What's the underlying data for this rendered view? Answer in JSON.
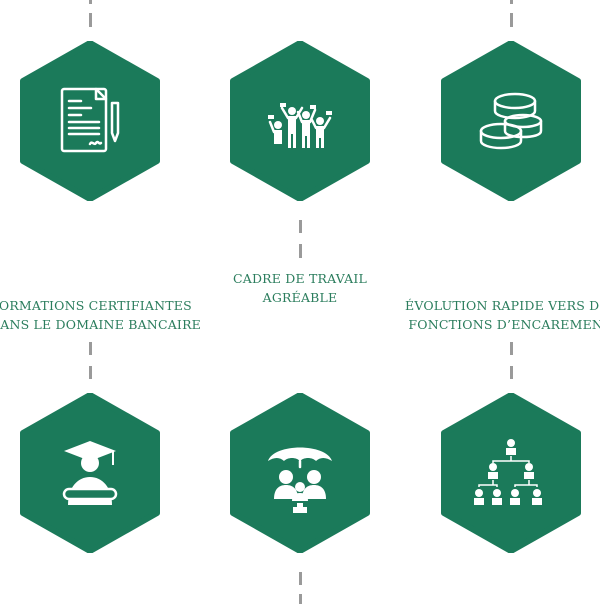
{
  "colors": {
    "hexagon": "#1b7a5a",
    "text": "#2b7d5d",
    "dash": "#9a9a9a"
  },
  "features": [
    {
      "icon": "contract-icon",
      "label_lines": [
        "FORMATIONS CERTIFIANTES",
        "DANS LE DOMAINE BANCAIRE"
      ]
    },
    {
      "icon": "celebrating-people-icon",
      "label_lines": [
        "CADRE DE TRAVAIL",
        "AGRÉABLE"
      ]
    },
    {
      "icon": "coins-icon",
      "label_lines": [
        "ÉVOLUTION RAPIDE VERS DES",
        "FONCTIONS D’ENCAREMENT"
      ]
    },
    {
      "icon": "graduate-icon"
    },
    {
      "icon": "family-insurance-icon"
    },
    {
      "icon": "org-chart-icon"
    }
  ]
}
